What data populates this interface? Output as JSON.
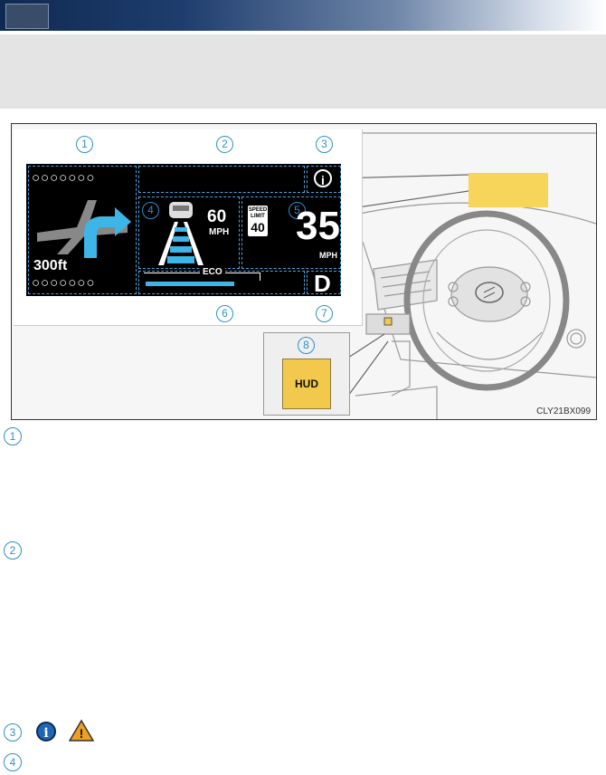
{
  "figure": {
    "labels": [
      "1",
      "2",
      "3",
      "4",
      "5",
      "6",
      "7",
      "8"
    ],
    "distance": "300ft",
    "set_speed": "60",
    "set_speed_unit": "MPH",
    "speed_limit_label": "SPEED LIMIT",
    "speed_limit_value": "40",
    "vehicle_speed": "35",
    "vehicle_speed_unit": "MPH",
    "eco_label": "ECO",
    "shift_position": "D",
    "indicator_placeholder": "○○○○○○○",
    "info_symbol": "i",
    "hud_button_label": "HUD",
    "figure_code": "CLY21BX099"
  },
  "list": {
    "item_1_number": "1",
    "item_2_number": "2",
    "item_3_number": "3",
    "item_4_number": "4",
    "info_icon_symbol": "i",
    "warning_icon_symbol": "!"
  },
  "colors": {
    "accent_blue": "#2f8fc9",
    "hud_yellow": "#f7d55b",
    "lane_cyan": "#3db5e6"
  }
}
